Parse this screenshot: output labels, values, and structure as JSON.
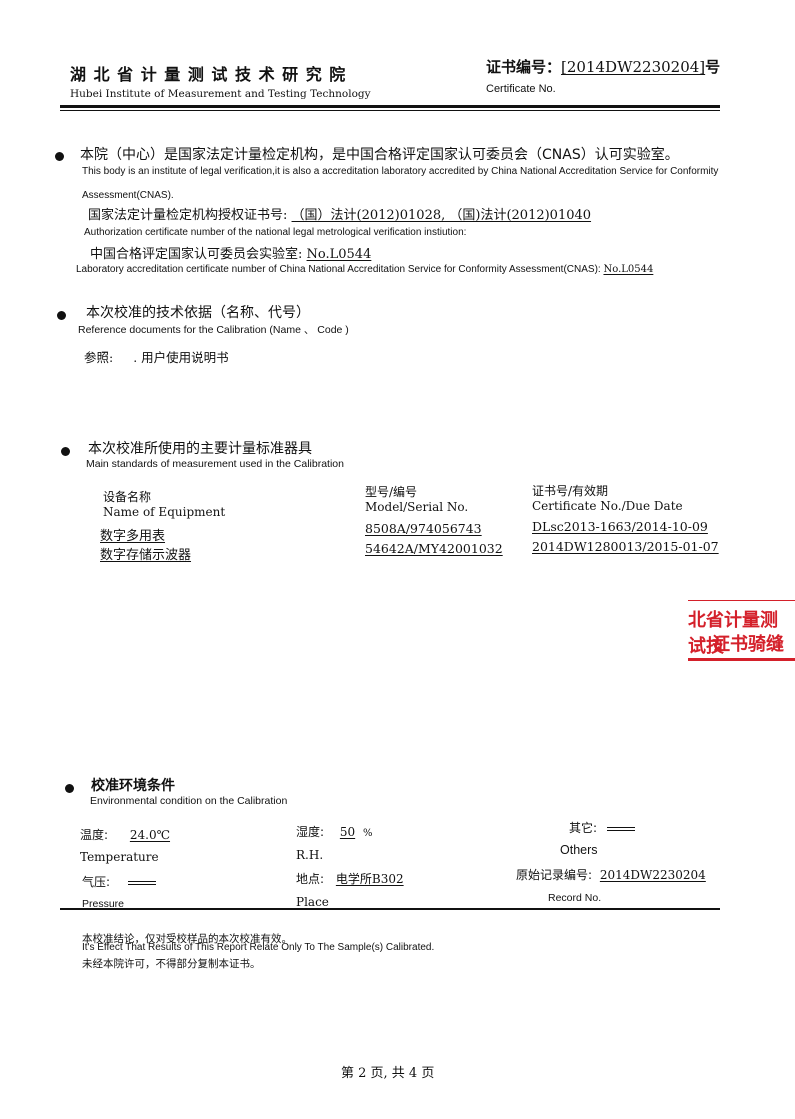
{
  "header": {
    "institute_cn": "湖 北 省 计 量 测 试 技 术 研 究 院",
    "institute_en": "Hubei Institute of Measurement and Testing Technology",
    "cert_label_cn": "证书编号：",
    "cert_number": "[2014DW2230204]",
    "cert_suffix": "号",
    "cert_label_en": "Certificate No."
  },
  "section1": {
    "title_cn": "本院（中心）是国家法定计量检定机构，是中国合格评定国家认可委员会（CNAS）认可实验室。",
    "desc_en_1": "This body is an institute  of  legal  verification,it is also a accreditation laboratory accredited by China National Accreditation Service for Conformity",
    "desc_en_2": "Assessment(CNAS).",
    "auth_label_cn": "国家法定计量检定机构授权证书号:",
    "auth_value": "（国）法计(2012)01028, （国)法计(2012)01040",
    "auth_label_en": "Authorization certificate number of the national legal metrological verification instiution:",
    "lab_label_cn": "中国合格评定国家认可委员会实验室:",
    "lab_value": "No.L0544",
    "lab_label_en": "Laboratory accreditation certificate number of China National Accreditation Service for Conformity Assessment(CNAS):",
    "lab_value_en": "No.L0544"
  },
  "section2": {
    "title_cn": "本次校准的技术依据（名称、代号）",
    "title_en": "Reference documents for the Calibration (Name 、 Code )",
    "reference_label": "参照:",
    "reference_value": ". 用户使用说明书"
  },
  "section3": {
    "title_cn": "本次校准所使用的主要计量标准器具",
    "title_en": "Main standards of measurement used in the Calibration",
    "columns": [
      {
        "cn": "设备名称",
        "en": "Name of Equipment"
      },
      {
        "cn": "型号/编号",
        "en": "Model/Serial No."
      },
      {
        "cn": "证书号/有效期",
        "en": "Certificate No./Due Date"
      }
    ],
    "rows": [
      {
        "name": "数字多用表",
        "model": "8508A/974056743",
        "cert": "DLsc2013-1663/2014-10-09"
      },
      {
        "name": "数字存储示波器",
        "model": "54642A/MY42001032",
        "cert": "2014DW1280013/2015-01-07"
      }
    ]
  },
  "seal": {
    "line1": "北省计量测试技",
    "line2": "证书骑缝"
  },
  "section4": {
    "title_cn": "校准环境条件",
    "title_en": "Environmental condition on the Calibration",
    "temp_label_cn": "温度:",
    "temp_value": "24.0℃",
    "temp_label_en": "Temperature",
    "rh_label_cn": "湿度:",
    "rh_value": "50",
    "rh_unit": "%",
    "rh_label_en": "R.H.",
    "others_label_cn": "其它:",
    "others_label_en": "Others",
    "pressure_label_cn": "气压:",
    "pressure_label_en": "Pressure",
    "place_label_cn": "地点:",
    "place_value": "电学所B302",
    "place_label_en": "Place",
    "record_label_cn": "原始记录编号:",
    "record_value": "2014DW2230204",
    "record_label_en": "Record No."
  },
  "footer": {
    "note_cn_1": "本校准结论，仅对受校样品的本次校准有效。",
    "note_en": "It's Effect That Results  of This Report Relate Only To The Sample(s) Calibrated.",
    "note_cn_2": "未经本院许可，不得部分复制本证书。",
    "page": "第 2 页, 共 4 页"
  }
}
